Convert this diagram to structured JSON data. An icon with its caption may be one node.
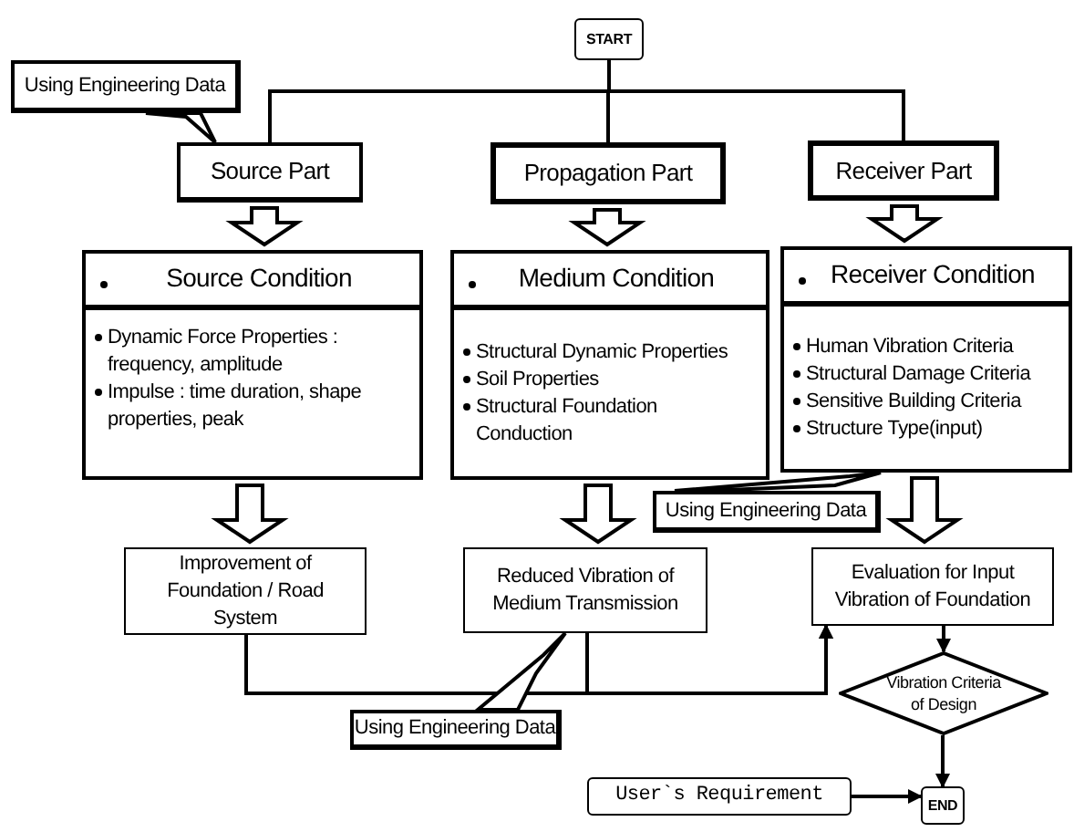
{
  "diagram": {
    "nodes": [
      {
        "text": [
          "START"
        ]
      },
      {
        "text": [
          "Using Engineering Data"
        ]
      },
      {
        "text": [
          "Source Part"
        ]
      },
      {
        "text": [
          "Propagation Part"
        ]
      },
      {
        "text": [
          "Receiver Part"
        ]
      },
      {
        "text": [
          "Source Condition",
          "Dynamic Force Properties : frequency, amplitude",
          "Impulse : time duration, shape properties, peak"
        ]
      },
      {
        "text": [
          "Medium Condition",
          "Structural Dynamic Properties",
          "Soil Properties",
          "Structural Foundation Conduction"
        ]
      },
      {
        "text": [
          "Receiver Condition",
          "Human Vibration Criteria",
          "Structural Damage Criteria",
          "Sensitive Building Criteria",
          "Structure Type(input)"
        ]
      },
      {
        "text": [
          "Using Engineering Data"
        ]
      },
      {
        "text": [
          "Improvement of Foundation / Road System"
        ]
      },
      {
        "text": [
          "Reduced Vibration of Medium Transmission"
        ]
      },
      {
        "text": [
          "Evaluation for Input Vibration of Foundation"
        ]
      },
      {
        "text": [
          "Vibration Criteria of Design"
        ]
      },
      {
        "text": [
          "Using Engineering Data"
        ]
      },
      {
        "text": [
          "User`s Requirement"
        ]
      },
      {
        "text": [
          "END"
        ]
      }
    ],
    "edges": [
      {
        "from": 0,
        "to": 2,
        "arrow": "none"
      },
      {
        "from": 0,
        "to": 3,
        "arrow": "none"
      },
      {
        "from": 0,
        "to": 4,
        "arrow": "none"
      },
      {
        "from": 1,
        "to": 2,
        "arrow": "none"
      },
      {
        "from": 2,
        "to": 5,
        "arrow": "to",
        "style": "thick"
      },
      {
        "from": 3,
        "to": 6,
        "arrow": "to",
        "style": "thick"
      },
      {
        "from": 4,
        "to": 7,
        "arrow": "to",
        "style": "thick"
      },
      {
        "from": 5,
        "to": 9,
        "arrow": "to",
        "style": "thick"
      },
      {
        "from": 6,
        "to": 10,
        "arrow": "to",
        "style": "thick"
      },
      {
        "from": 7,
        "to": 11,
        "arrow": "to",
        "style": "thick"
      },
      {
        "from": 8,
        "to": 7,
        "arrow": "none"
      },
      {
        "from": 9,
        "to": 11,
        "arrow": "to"
      },
      {
        "from": 10,
        "to": 11,
        "arrow": "to"
      },
      {
        "from": 13,
        "to": 10,
        "arrow": "none"
      },
      {
        "from": 11,
        "to": 12,
        "arrow": "to"
      },
      {
        "from": 12,
        "to": 15,
        "arrow": "to"
      },
      {
        "from": 14,
        "to": 15,
        "arrow": "to"
      }
    ]
  }
}
